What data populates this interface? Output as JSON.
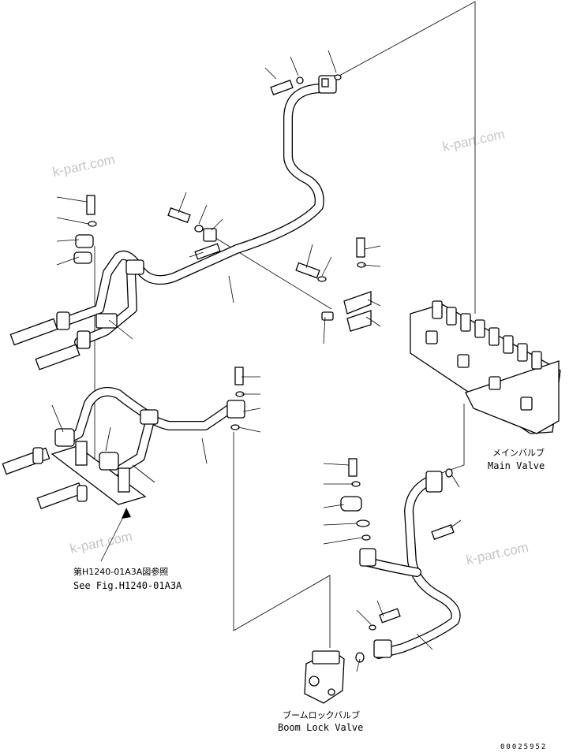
{
  "watermarks": [
    "k-part.com",
    "k-part.com",
    "k-part.com",
    "k-part.com"
  ],
  "labels": {
    "main_valve_jp": "メインバルブ",
    "main_valve_en": "Main Valve",
    "boom_lock_jp": "ブームロックバルブ",
    "boom_lock_en": "Boom Lock Valve",
    "see_fig_jp": "第H1240-01A3A図参照",
    "see_fig_en": "See Fig.H1240-01A3A"
  },
  "drawing_number": "00025952"
}
